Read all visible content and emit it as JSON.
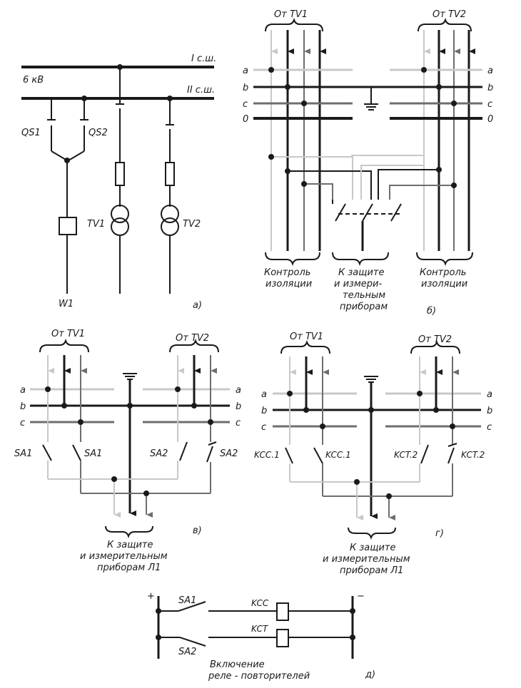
{
  "panel_a": {
    "voltage": "6 кВ",
    "bus1": "I с.ш.",
    "bus2": "II с.ш.",
    "qs1": "QS1",
    "qs2": "QS2",
    "tv1": "TV1",
    "tv2": "TV2",
    "w1": "W1",
    "letter": "а)"
  },
  "panel_b": {
    "from_tv1": "От TV1",
    "from_tv2": "От TV2",
    "phase_a": "a",
    "phase_b": "b",
    "phase_c": "c",
    "phase_0": "0",
    "ctrl_left_1": "Контроль",
    "ctrl_left_2": "изоляции",
    "prot_1": "К защите",
    "prot_2": "и измери-",
    "prot_3": "тельным",
    "prot_4": "приборам",
    "ctrl_right_1": "Контроль",
    "ctrl_right_2": "изоляции",
    "letter": "б)"
  },
  "panel_v": {
    "from_tv1": "От TV1",
    "from_tv2": "От TV2",
    "phase_a": "a",
    "phase_b": "b",
    "phase_c": "c",
    "sw1": "SA1",
    "sw2": "SA2",
    "dest_1": "К защите",
    "dest_2": "и измерительным",
    "dest_3": "приборам Л1",
    "letter": "в)"
  },
  "panel_g": {
    "from_tv1": "От TV1",
    "from_tv2": "От TV2",
    "phase_a": "a",
    "phase_b": "b",
    "phase_c": "c",
    "sw1": "KCC.1",
    "sw2": "KCT.2",
    "dest_1": "К защите",
    "dest_2": "и измерительным",
    "dest_3": "приборам Л1",
    "letter": "г)"
  },
  "panel_d": {
    "plus": "+",
    "minus": "−",
    "sa1": "SA1",
    "sa2": "SA2",
    "kcc": "KCC",
    "kct": "KCT",
    "caption_1": "Включение",
    "caption_2": "реле - повторителей",
    "letter": "д)"
  },
  "colors": {
    "line": "#1a1a1a",
    "phase_a": "#c8c8c8",
    "phase_c": "#6e6e6e"
  }
}
